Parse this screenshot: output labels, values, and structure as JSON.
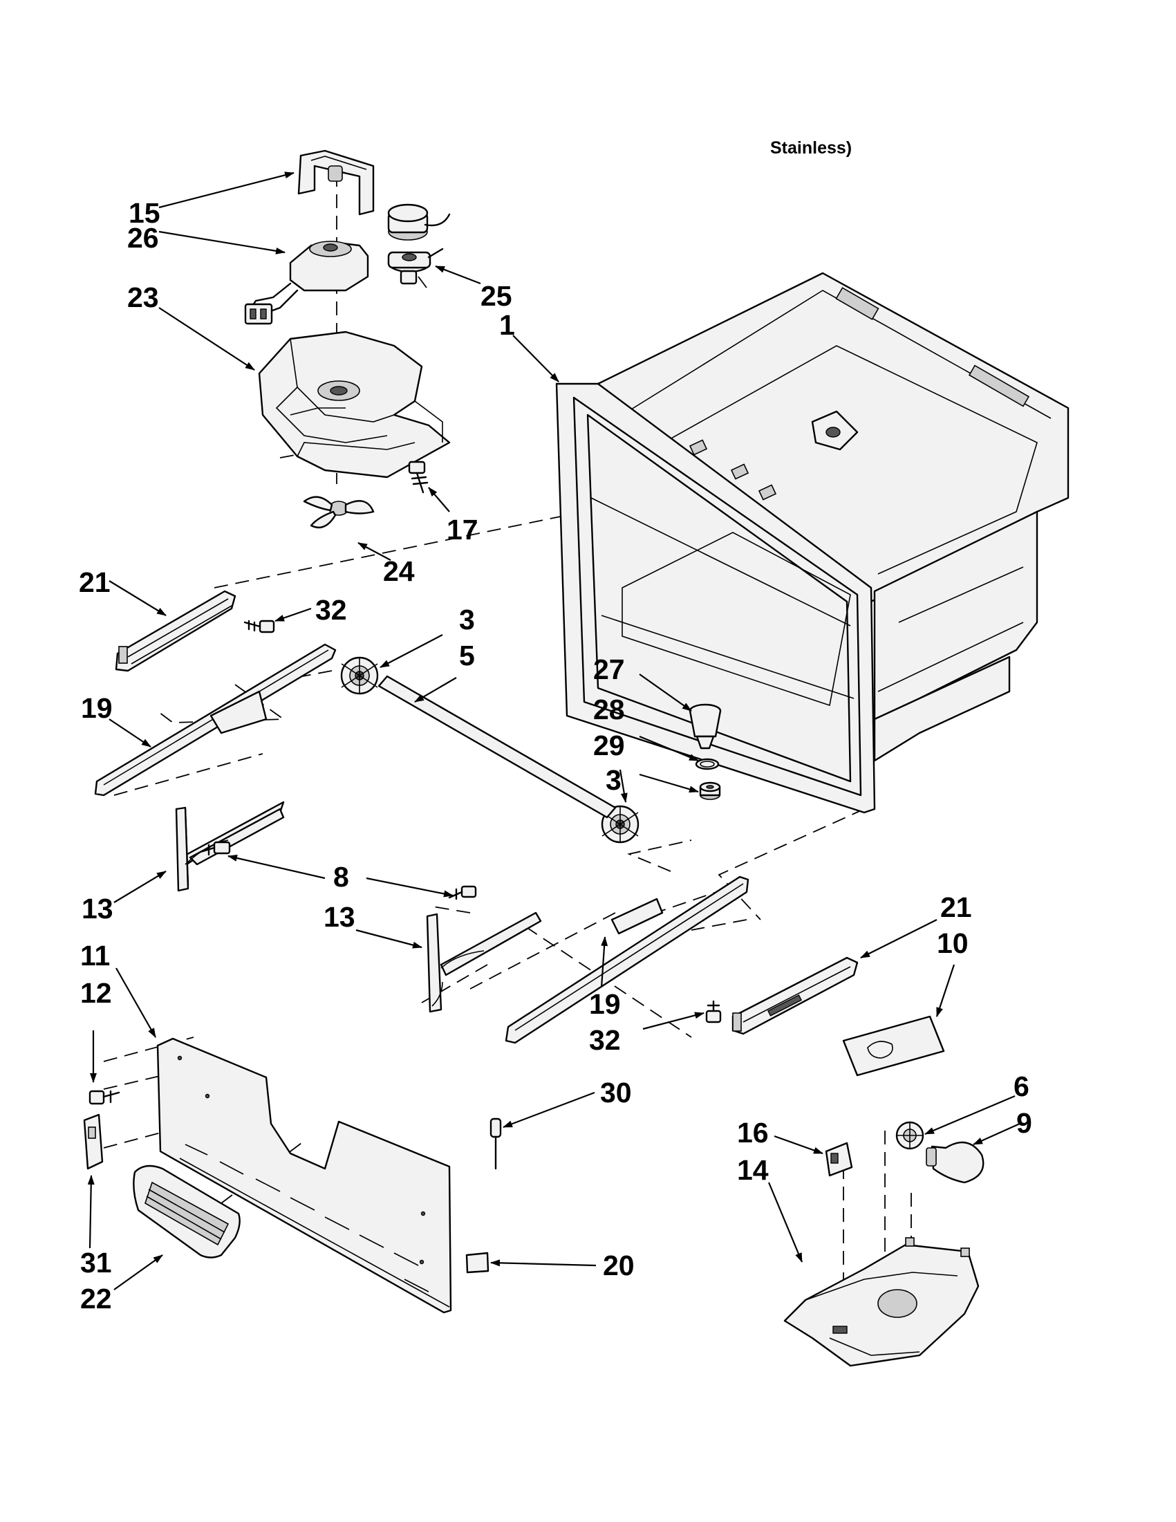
{
  "header_text": "Stainless)",
  "callouts": [
    {
      "id": "c15",
      "label": "15"
    },
    {
      "id": "c26",
      "label": "26"
    },
    {
      "id": "c23",
      "label": "23"
    },
    {
      "id": "c25",
      "label": "25"
    },
    {
      "id": "c1",
      "label": "1"
    },
    {
      "id": "c17",
      "label": "17"
    },
    {
      "id": "c24",
      "label": "24"
    },
    {
      "id": "c21a",
      "label": "21"
    },
    {
      "id": "c32a",
      "label": "32"
    },
    {
      "id": "c3a",
      "label": "3"
    },
    {
      "id": "c5",
      "label": "5"
    },
    {
      "id": "c19a",
      "label": "19"
    },
    {
      "id": "c27",
      "label": "27"
    },
    {
      "id": "c28",
      "label": "28"
    },
    {
      "id": "c29",
      "label": "29"
    },
    {
      "id": "c3b",
      "label": "3"
    },
    {
      "id": "c13a",
      "label": "13"
    },
    {
      "id": "c8",
      "label": "8"
    },
    {
      "id": "c13b",
      "label": "13"
    },
    {
      "id": "c21b",
      "label": "21"
    },
    {
      "id": "c10",
      "label": "10"
    },
    {
      "id": "c11",
      "label": "11"
    },
    {
      "id": "c12",
      "label": "12"
    },
    {
      "id": "c19b",
      "label": "19"
    },
    {
      "id": "c32b",
      "label": "32"
    },
    {
      "id": "c30",
      "label": "30"
    },
    {
      "id": "c6",
      "label": "6"
    },
    {
      "id": "c9",
      "label": "9"
    },
    {
      "id": "c16",
      "label": "16"
    },
    {
      "id": "c14",
      "label": "14"
    },
    {
      "id": "c31",
      "label": "31"
    },
    {
      "id": "c22",
      "label": "22"
    },
    {
      "id": "c20",
      "label": "20"
    }
  ]
}
